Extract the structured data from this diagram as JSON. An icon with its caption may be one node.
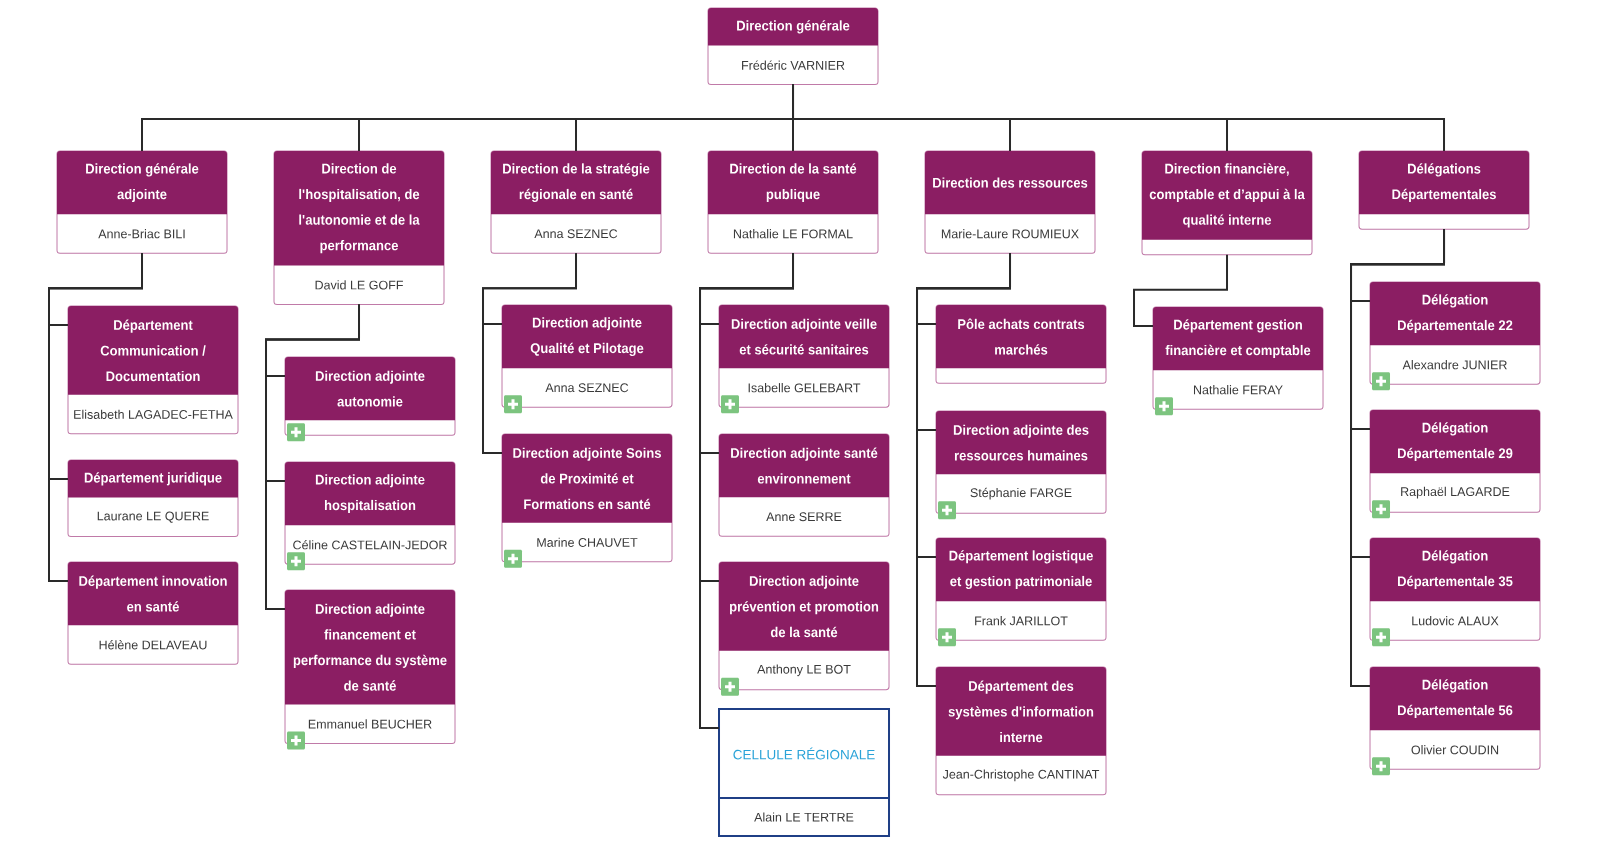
{
  "diagram": {
    "nodes": [
      {
        "text": [
          "Direction générale",
          "Frédéric VARNIER"
        ]
      },
      {
        "text": [
          "Direction générale adjointe",
          "Anne-Briac BILI"
        ]
      },
      {
        "text": [
          "Direction de l'hospitalisation, de l'autonomie et de la performance",
          "David LE GOFF"
        ]
      },
      {
        "text": [
          "Direction de la stratégie régionale en santé",
          "Anna SEZNEC"
        ]
      },
      {
        "text": [
          "Direction de la santé publique",
          "Nathalie LE FORMAL"
        ]
      },
      {
        "text": [
          "Direction des ressources",
          "Marie-Laure ROUMIEUX"
        ]
      },
      {
        "text": [
          "Direction financière, comptable et d’appui à la qualité interne"
        ]
      },
      {
        "text": [
          "Délégations Départementales"
        ]
      },
      {
        "text": [
          "Département Communication / Documentation",
          "Elisabeth LAGADEC-FETHA"
        ]
      },
      {
        "text": [
          "Département juridique",
          "Laurane LE QUERE"
        ]
      },
      {
        "text": [
          "Département innovation en santé",
          "Hélène DELAVEAU"
        ]
      },
      {
        "text": [
          "Direction adjointe autonomie"
        ]
      },
      {
        "text": [
          "Direction adjointe hospitalisation",
          "Céline CASTELAIN-JEDOR"
        ]
      },
      {
        "text": [
          "Direction adjointe financement et performance du système de santé",
          "Emmanuel BEUCHER"
        ]
      },
      {
        "text": [
          "Direction adjointe Qualité et Pilotage",
          "Anna SEZNEC"
        ]
      },
      {
        "text": [
          "Direction adjointe Soins de Proximité et Formations en santé",
          "Marine CHAUVET"
        ]
      },
      {
        "text": [
          "Direction adjointe veille et sécurité sanitaires",
          "Isabelle GELEBART"
        ]
      },
      {
        "text": [
          "Direction adjointe santé environnement",
          "Anne SERRE"
        ]
      },
      {
        "text": [
          "Direction adjointe prévention et promotion de la santé",
          "Anthony LE BOT"
        ]
      },
      {
        "text": [
          "CELLULE RÉGIONALE",
          "Alain LE TERTRE"
        ]
      },
      {
        "text": [
          "Pôle achats contrats marchés"
        ]
      },
      {
        "text": [
          "Direction adjointe des ressources humaines",
          "Stéphanie FARGE"
        ]
      },
      {
        "text": [
          "Département logistique et gestion patrimoniale",
          "Frank JARILLOT"
        ]
      },
      {
        "text": [
          "Département des systèmes d'information interne",
          "Jean-Christophe CANTINAT"
        ]
      },
      {
        "text": [
          "Département gestion financière et comptable",
          "Nathalie FERAY"
        ]
      },
      {
        "text": [
          "Délégation Départementale 22",
          "Alexandre JUNIER"
        ]
      },
      {
        "text": [
          "Délégation Départementale 29",
          "Raphaël LAGARDE"
        ]
      },
      {
        "text": [
          "Délégation Départementale 35",
          "Ludovic ALAUX"
        ]
      },
      {
        "text": [
          "Délégation Départementale 56",
          "Olivier COUDIN"
        ]
      }
    ],
    "edges": [
      {
        "from": 0,
        "to": 1,
        "arrow": "none"
      },
      {
        "from": 0,
        "to": 2,
        "arrow": "none"
      },
      {
        "from": 0,
        "to": 3,
        "arrow": "none"
      },
      {
        "from": 0,
        "to": 4,
        "arrow": "none"
      },
      {
        "from": 0,
        "to": 5,
        "arrow": "none"
      },
      {
        "from": 0,
        "to": 6,
        "arrow": "none"
      },
      {
        "from": 0,
        "to": 7,
        "arrow": "none"
      },
      {
        "from": 1,
        "to": 8,
        "arrow": "none"
      },
      {
        "from": 1,
        "to": 9,
        "arrow": "none"
      },
      {
        "from": 1,
        "to": 10,
        "arrow": "none"
      },
      {
        "from": 2,
        "to": 11,
        "arrow": "none"
      },
      {
        "from": 2,
        "to": 12,
        "arrow": "none"
      },
      {
        "from": 2,
        "to": 13,
        "arrow": "none"
      },
      {
        "from": 3,
        "to": 14,
        "arrow": "none"
      },
      {
        "from": 3,
        "to": 15,
        "arrow": "none"
      },
      {
        "from": 4,
        "to": 16,
        "arrow": "none"
      },
      {
        "from": 4,
        "to": 17,
        "arrow": "none"
      },
      {
        "from": 4,
        "to": 18,
        "arrow": "none"
      },
      {
        "from": 4,
        "to": 19,
        "arrow": "none"
      },
      {
        "from": 5,
        "to": 20,
        "arrow": "none"
      },
      {
        "from": 5,
        "to": 21,
        "arrow": "none"
      },
      {
        "from": 5,
        "to": 22,
        "arrow": "none"
      },
      {
        "from": 5,
        "to": 23,
        "arrow": "none"
      },
      {
        "from": 6,
        "to": 24,
        "arrow": "none"
      },
      {
        "from": 7,
        "to": 25,
        "arrow": "none"
      },
      {
        "from": 7,
        "to": 26,
        "arrow": "none"
      },
      {
        "from": 7,
        "to": 27,
        "arrow": "none"
      },
      {
        "from": 7,
        "to": 28,
        "arrow": "none"
      }
    ]
  }
}
